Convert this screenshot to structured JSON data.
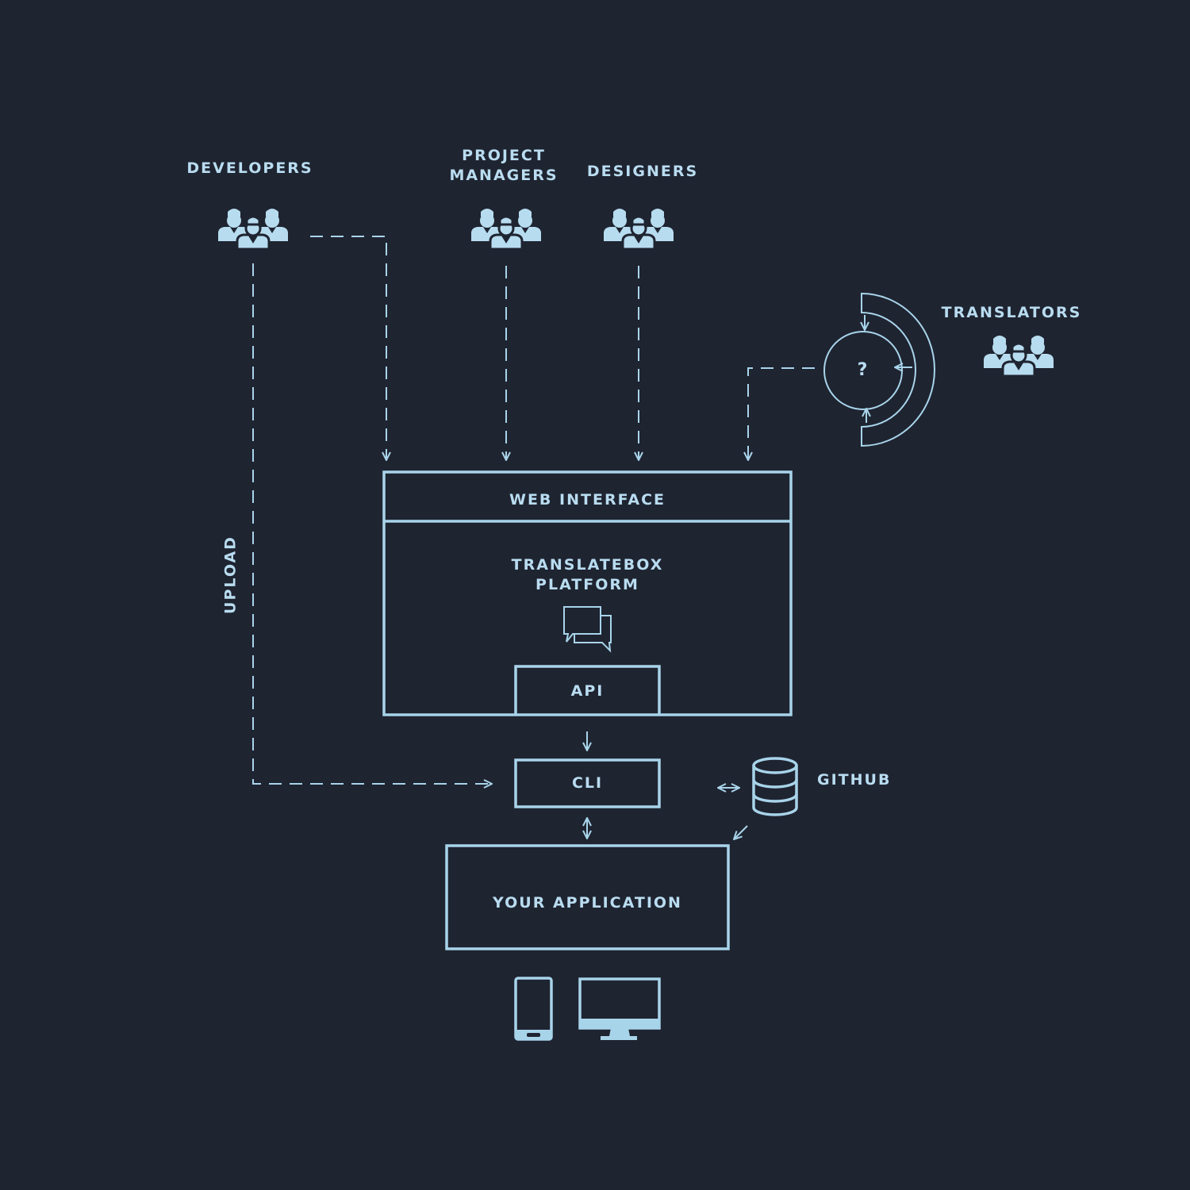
{
  "colors": {
    "background": "#1f2431",
    "line": "#a8d4ea",
    "text": "#b9dcf0"
  },
  "groups": {
    "developers": "DEVELOPERS",
    "project_managers_line1": "PROJECT",
    "project_managers_line2": "MANAGERS",
    "designers": "DESIGNERS",
    "translators": "TRANSLATORS"
  },
  "platform": {
    "web_interface": "WEB INTERFACE",
    "title_line1": "TRANSLATEBOX",
    "title_line2": "PLATFORM",
    "api": "API"
  },
  "cli": "CLI",
  "github": "GITHUB",
  "application": "YOUR APPLICATION",
  "upload": "UPLOAD",
  "question_mark": "?",
  "icons": [
    "people-group-icon",
    "chat-bubbles-icon",
    "database-icon",
    "phone-icon",
    "monitor-icon"
  ]
}
